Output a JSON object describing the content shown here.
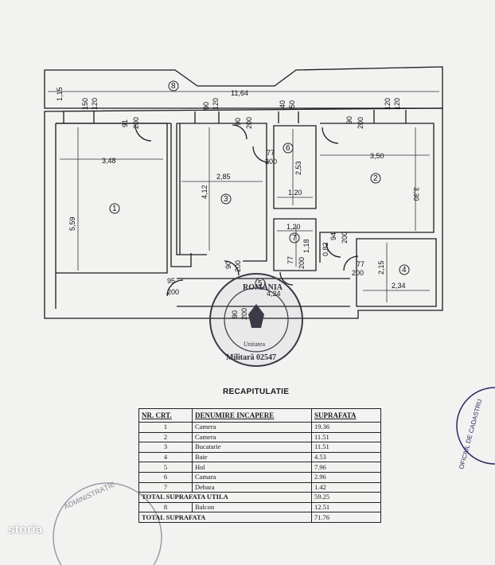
{
  "plan": {
    "labels": {
      "balcony_width": "11,64",
      "balcony_depth": "1,15",
      "r1_w": "3,48",
      "r1_h": "5,59",
      "r3_w": "2,85",
      "r3_h": "4,12",
      "r2_w": "3,50",
      "r2_h": "3,30",
      "r6_w": "1,20",
      "r6_h": "2,53",
      "r7_w": "1,20",
      "r7_h": "1,18",
      "r4_w": "2,34",
      "r4_h": "2,15",
      "win1a": "150",
      "win1b": "120",
      "win3a": "90",
      "win3b": "120",
      "win6a": "40",
      "win6b": "50",
      "win2a": "120",
      "win2b": "120",
      "d1a": "91",
      "d1b": "200",
      "d3a": "90",
      "d3b": "200",
      "d6a": "77",
      "d6b": "200",
      "d2a": "90",
      "d2b": "200",
      "d5a": "95",
      "d5b": "200",
      "d3la": "90",
      "d3lb": "200",
      "d7a": "77",
      "d7b": "200",
      "d7c": "94",
      "d7d": "200",
      "d7e": "0,82",
      "d4a": "77",
      "d4b": "200",
      "d8a": "90",
      "d8b": "200",
      "r5_w": "4,24"
    },
    "rooms": [
      "1",
      "2",
      "3",
      "4",
      "5",
      "6",
      "7",
      "8"
    ]
  },
  "stamp": {
    "top": "ROMÂNIA",
    "middle": "Unitatea",
    "bottom": "Militară 02547"
  },
  "stamp_right": "OFICIUL DE CADASTRU",
  "stamp_bottom": "ADMINISTRAȚIE",
  "recap": {
    "title": "RECAPITULATIE",
    "headers": [
      "NR. CRT.",
      "DENUMIRE INCAPERE",
      "SUPRAFATA"
    ],
    "rows": [
      {
        "nr": "1",
        "name": "Camera",
        "area": "19.36"
      },
      {
        "nr": "2",
        "name": "Camera",
        "area": "11.51"
      },
      {
        "nr": "3",
        "name": "Bucatarie",
        "area": "11.51"
      },
      {
        "nr": "4",
        "name": "Baie",
        "area": "4.53"
      },
      {
        "nr": "5",
        "name": "Hol",
        "area": "7.96"
      },
      {
        "nr": "6",
        "name": "Camara",
        "area": "2.96"
      },
      {
        "nr": "7",
        "name": "Debara",
        "area": "1.42"
      }
    ],
    "total_util_label": "TOTAL SUPRAFATA UTILA",
    "total_util_value": "59.25",
    "balcon": {
      "nr": "8",
      "name": "Balcon",
      "area": "12.51"
    },
    "total_label": "TOTAL SUPRAFATA",
    "total_value": "71.76"
  },
  "brand": "storia"
}
